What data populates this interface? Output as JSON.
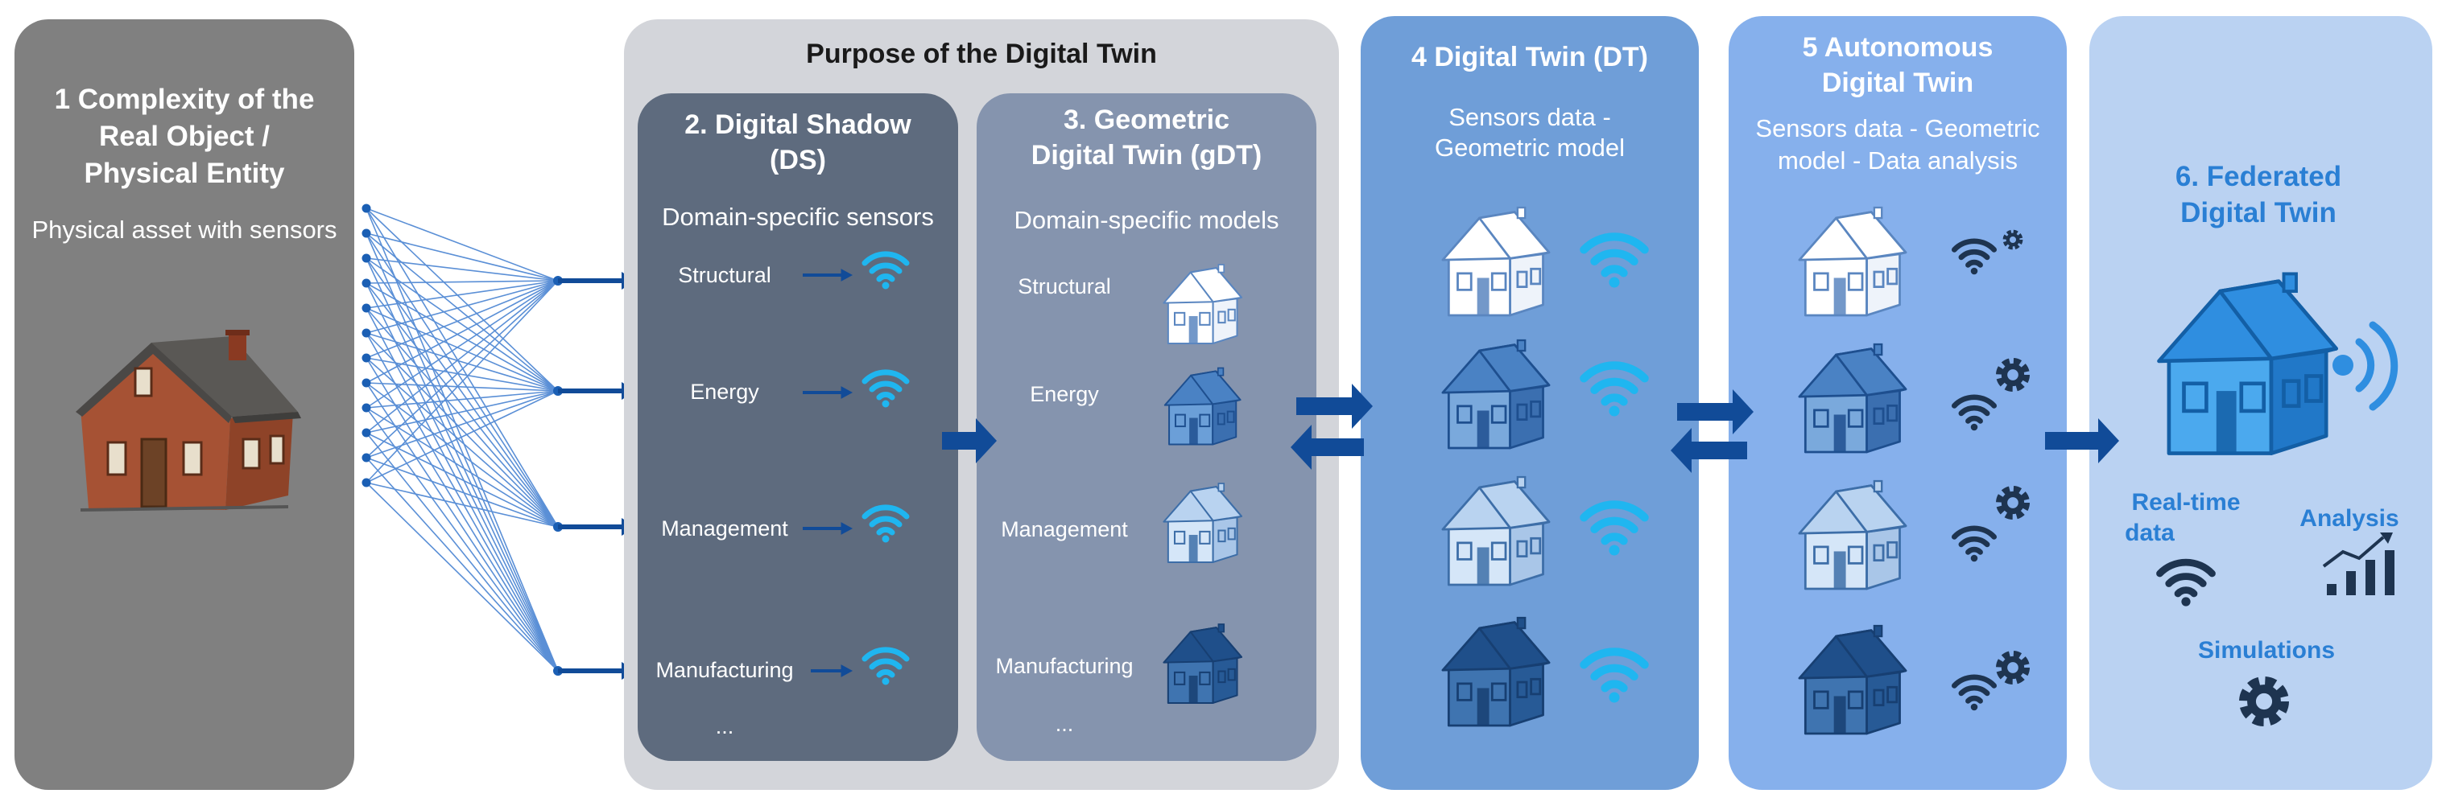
{
  "colors": {
    "panel1": "#808080",
    "purpose_bg": "#d3d5da",
    "ds_bg": "#5e6b7e",
    "gdt_bg": "#8594ae",
    "dt_bg": "#6f9ed8",
    "adt_bg": "#86b0ec",
    "fdt_bg": "#bad2f2",
    "arrow": "#114b98",
    "wifi_cyan": "#1fb6f0",
    "fdt_text": "#2a7fd4",
    "dark_icon": "#1e3450"
  },
  "panel1": {
    "title": [
      "1 Complexity of the",
      "Real Object /",
      "Physical Entity"
    ],
    "subtitle": "Physical asset with sensors"
  },
  "purpose": {
    "title": "Purpose of the Digital Twin"
  },
  "ds": {
    "title": [
      "2. Digital Shadow",
      "(DS)"
    ],
    "subtitle": "Domain-specific sensors",
    "items": [
      "Structural",
      "Energy",
      "Management",
      "Manufacturing"
    ],
    "more": "..."
  },
  "gdt": {
    "title": [
      "3. Geometric",
      "Digital Twin (gDT)"
    ],
    "subtitle": "Domain-specific models",
    "items": [
      "Structural",
      "Energy",
      "Management",
      "Manufacturing"
    ],
    "more": "..."
  },
  "dt": {
    "title": "4 Digital Twin (DT)",
    "subtitle": [
      "Sensors data -",
      "Geometric model"
    ]
  },
  "adt": {
    "title": [
      "5 Autonomous",
      "Digital Twin"
    ],
    "subtitle": [
      "Sensors data - Geometric",
      "model - Data analysis"
    ]
  },
  "fdt": {
    "title": [
      "6. Federated",
      "Digital Twin"
    ],
    "realtime": [
      "Real-time",
      "data"
    ],
    "analysis": "Analysis",
    "simulations": "Simulations"
  },
  "icons": [
    "house-icon",
    "wifi-icon",
    "gear-icon",
    "bar-chart-icon",
    "arrow-icon"
  ]
}
